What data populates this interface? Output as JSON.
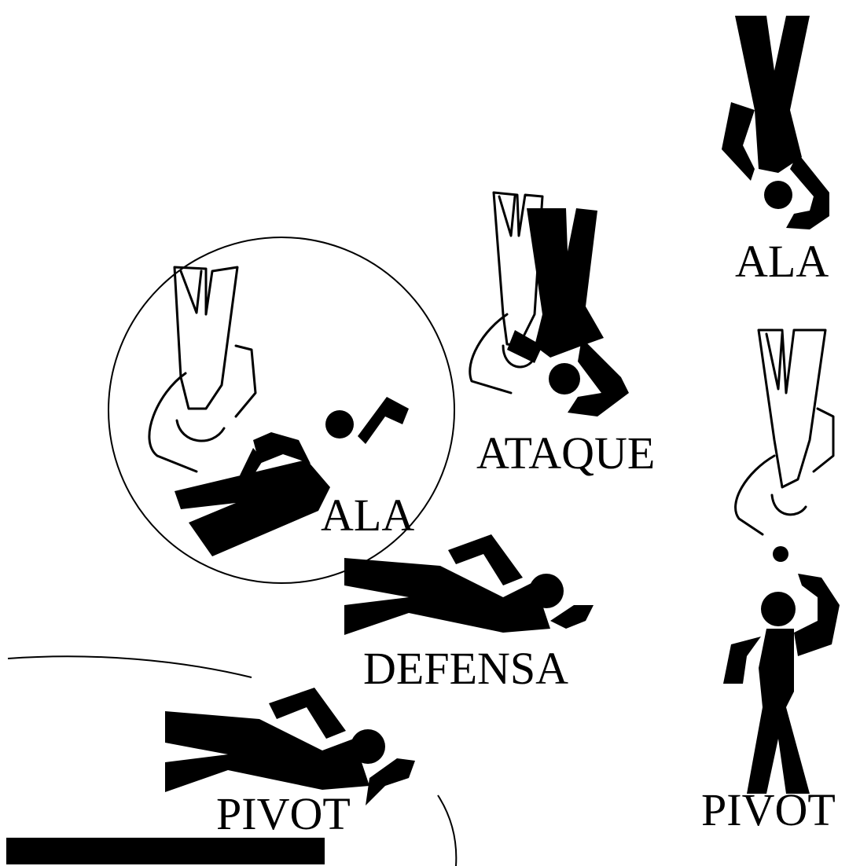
{
  "labels": {
    "ala_circle": "ALA",
    "ataque": "ATAQUE",
    "defensa": "DEFENSA",
    "pivot_left": "PIVOT",
    "ala_right": "ALA",
    "pivot_right": "PIVOT"
  },
  "colors": {
    "ink": "#000000",
    "background": "#ffffff"
  }
}
